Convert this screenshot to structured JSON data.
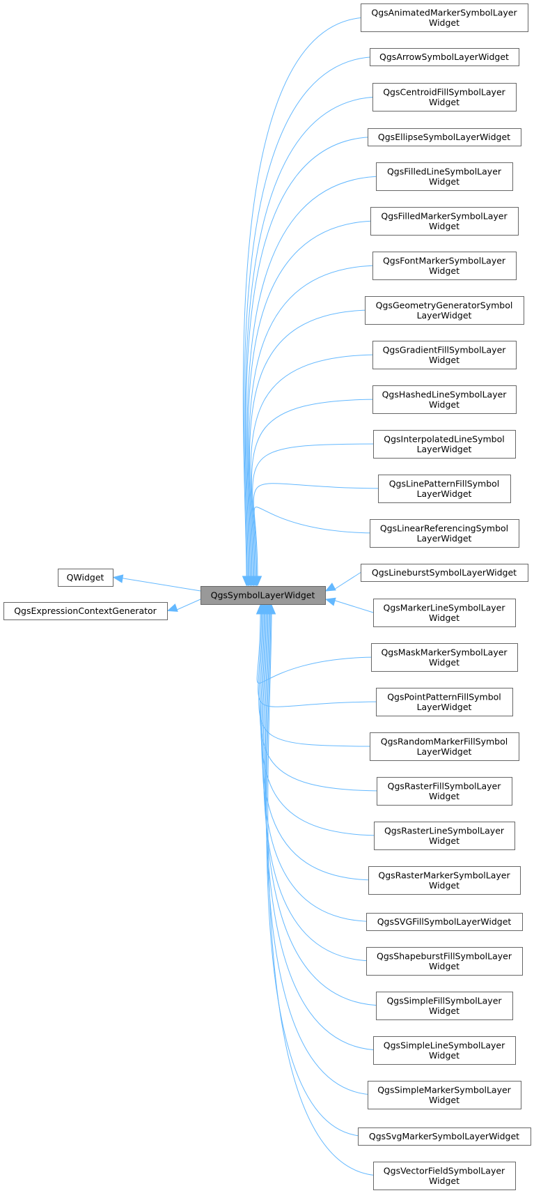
{
  "diagram": {
    "center": {
      "lines": [
        "QgsSymbolLayerWidget"
      ]
    },
    "bases": [
      {
        "lines": [
          "QWidget"
        ]
      },
      {
        "lines": [
          "QgsExpressionContextGenerator"
        ]
      }
    ],
    "children": [
      {
        "lines": [
          "QgsAnimatedMarkerSymbolLayer",
          "Widget"
        ]
      },
      {
        "lines": [
          "QgsArrowSymbolLayerWidget"
        ]
      },
      {
        "lines": [
          "QgsCentroidFillSymbolLayer",
          "Widget"
        ]
      },
      {
        "lines": [
          "QgsEllipseSymbolLayerWidget"
        ]
      },
      {
        "lines": [
          "QgsFilledLineSymbolLayer",
          "Widget"
        ]
      },
      {
        "lines": [
          "QgsFilledMarkerSymbolLayer",
          "Widget"
        ]
      },
      {
        "lines": [
          "QgsFontMarkerSymbolLayer",
          "Widget"
        ]
      },
      {
        "lines": [
          "QgsGeometryGeneratorSymbol",
          "LayerWidget"
        ]
      },
      {
        "lines": [
          "QgsGradientFillSymbolLayer",
          "Widget"
        ]
      },
      {
        "lines": [
          "QgsHashedLineSymbolLayer",
          "Widget"
        ]
      },
      {
        "lines": [
          "QgsInterpolatedLineSymbol",
          "LayerWidget"
        ]
      },
      {
        "lines": [
          "QgsLinePatternFillSymbol",
          "LayerWidget"
        ]
      },
      {
        "lines": [
          "QgsLinearReferencingSymbol",
          "LayerWidget"
        ]
      },
      {
        "lines": [
          "QgsLineburstSymbolLayerWidget"
        ]
      },
      {
        "lines": [
          "QgsMarkerLineSymbolLayer",
          "Widget"
        ]
      },
      {
        "lines": [
          "QgsMaskMarkerSymbolLayer",
          "Widget"
        ]
      },
      {
        "lines": [
          "QgsPointPatternFillSymbol",
          "LayerWidget"
        ]
      },
      {
        "lines": [
          "QgsRandomMarkerFillSymbol",
          "LayerWidget"
        ]
      },
      {
        "lines": [
          "QgsRasterFillSymbolLayer",
          "Widget"
        ]
      },
      {
        "lines": [
          "QgsRasterLineSymbolLayer",
          "Widget"
        ]
      },
      {
        "lines": [
          "QgsRasterMarkerSymbolLayer",
          "Widget"
        ]
      },
      {
        "lines": [
          "QgsSVGFillSymbolLayerWidget"
        ]
      },
      {
        "lines": [
          "QgsShapeburstFillSymbolLayer",
          "Widget"
        ]
      },
      {
        "lines": [
          "QgsSimpleFillSymbolLayer",
          "Widget"
        ]
      },
      {
        "lines": [
          "QgsSimpleLineSymbolLayer",
          "Widget"
        ]
      },
      {
        "lines": [
          "QgsSimpleMarkerSymbolLayer",
          "Widget"
        ]
      },
      {
        "lines": [
          "QgsSvgMarkerSymbolLayerWidget"
        ]
      },
      {
        "lines": [
          "QgsVectorFieldSymbolLayer",
          "Widget"
        ]
      }
    ],
    "colors": {
      "edge": "#63b8ff",
      "node_border": "#666666",
      "center_fill": "#999999",
      "node_fill": "#ffffff"
    }
  }
}
